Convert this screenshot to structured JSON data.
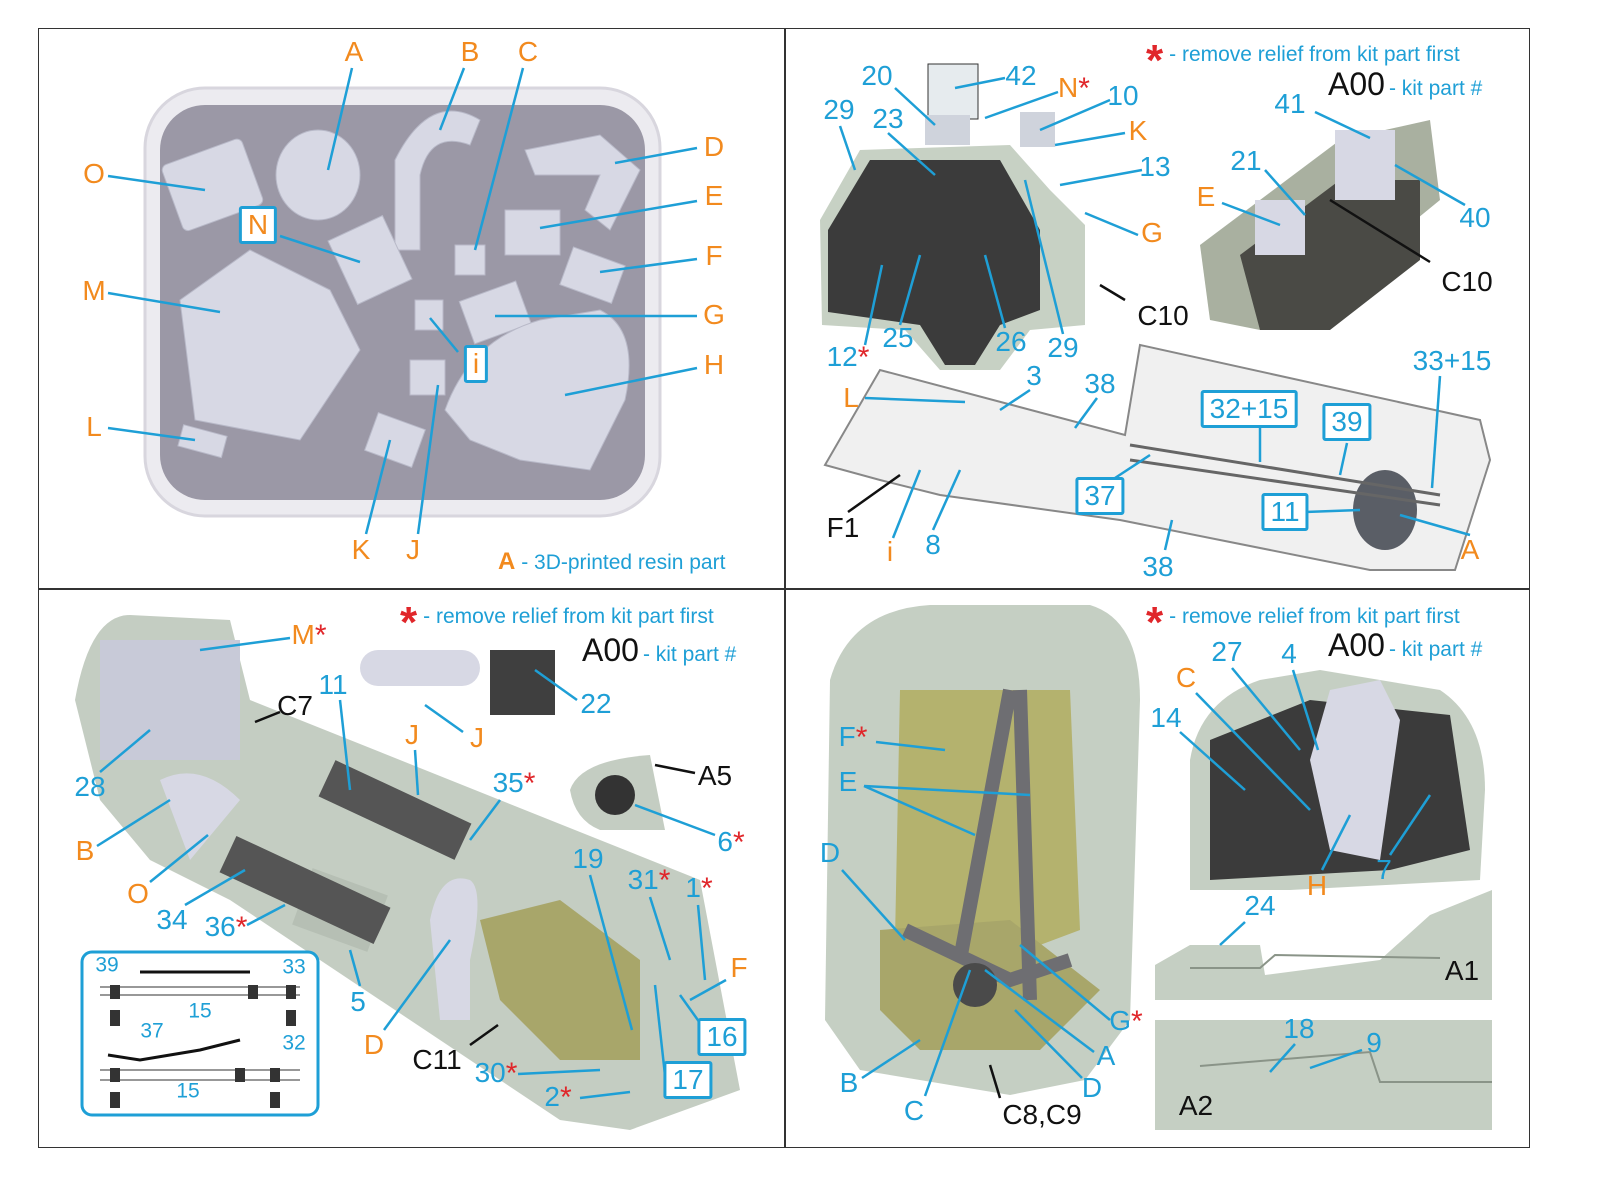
{
  "legend": {
    "star": "*",
    "remove_text": "- remove relief from kit part first",
    "kit_code": "A00",
    "kit_text": "- kit part #"
  },
  "colors": {
    "orange": "#f28a1e",
    "blue": "#1e9fd6",
    "red": "#e0262a"
  },
  "panel1": {
    "caption_letter": "A",
    "caption_text": "- 3D-printed resin part",
    "labels": [
      "A",
      "B",
      "C",
      "D",
      "E",
      "F",
      "G",
      "H",
      "O",
      "N",
      "M",
      "i",
      "L",
      "K",
      "J"
    ]
  },
  "panel2": {
    "labels": [
      "20",
      "42",
      "N",
      "10",
      "29",
      "23",
      "K",
      "13",
      "41",
      "21",
      "E",
      "40",
      "G",
      "C10",
      "C10",
      "12",
      "25",
      "26",
      "29",
      "33+15",
      "L",
      "3",
      "38",
      "32+15",
      "39",
      "37",
      "11",
      "F1",
      "i",
      "8",
      "38",
      "A"
    ]
  },
  "panel3": {
    "labels": [
      "M",
      "22",
      "11",
      "C7",
      "J",
      "J",
      "A5",
      "28",
      "35",
      "6",
      "B",
      "19",
      "31",
      "1",
      "O",
      "34",
      "36",
      "F",
      "5",
      "D",
      "16",
      "C11",
      "30",
      "17",
      "2"
    ],
    "inset": [
      "39",
      "33",
      "15",
      "37",
      "32",
      "15"
    ]
  },
  "panel4": {
    "labels": [
      "F",
      "E",
      "D",
      "G",
      "A",
      "B",
      "C",
      "D",
      "C8,C9",
      "27",
      "4",
      "C",
      "14",
      "H",
      "7",
      "24",
      "A1",
      "18",
      "9",
      "A2"
    ]
  }
}
